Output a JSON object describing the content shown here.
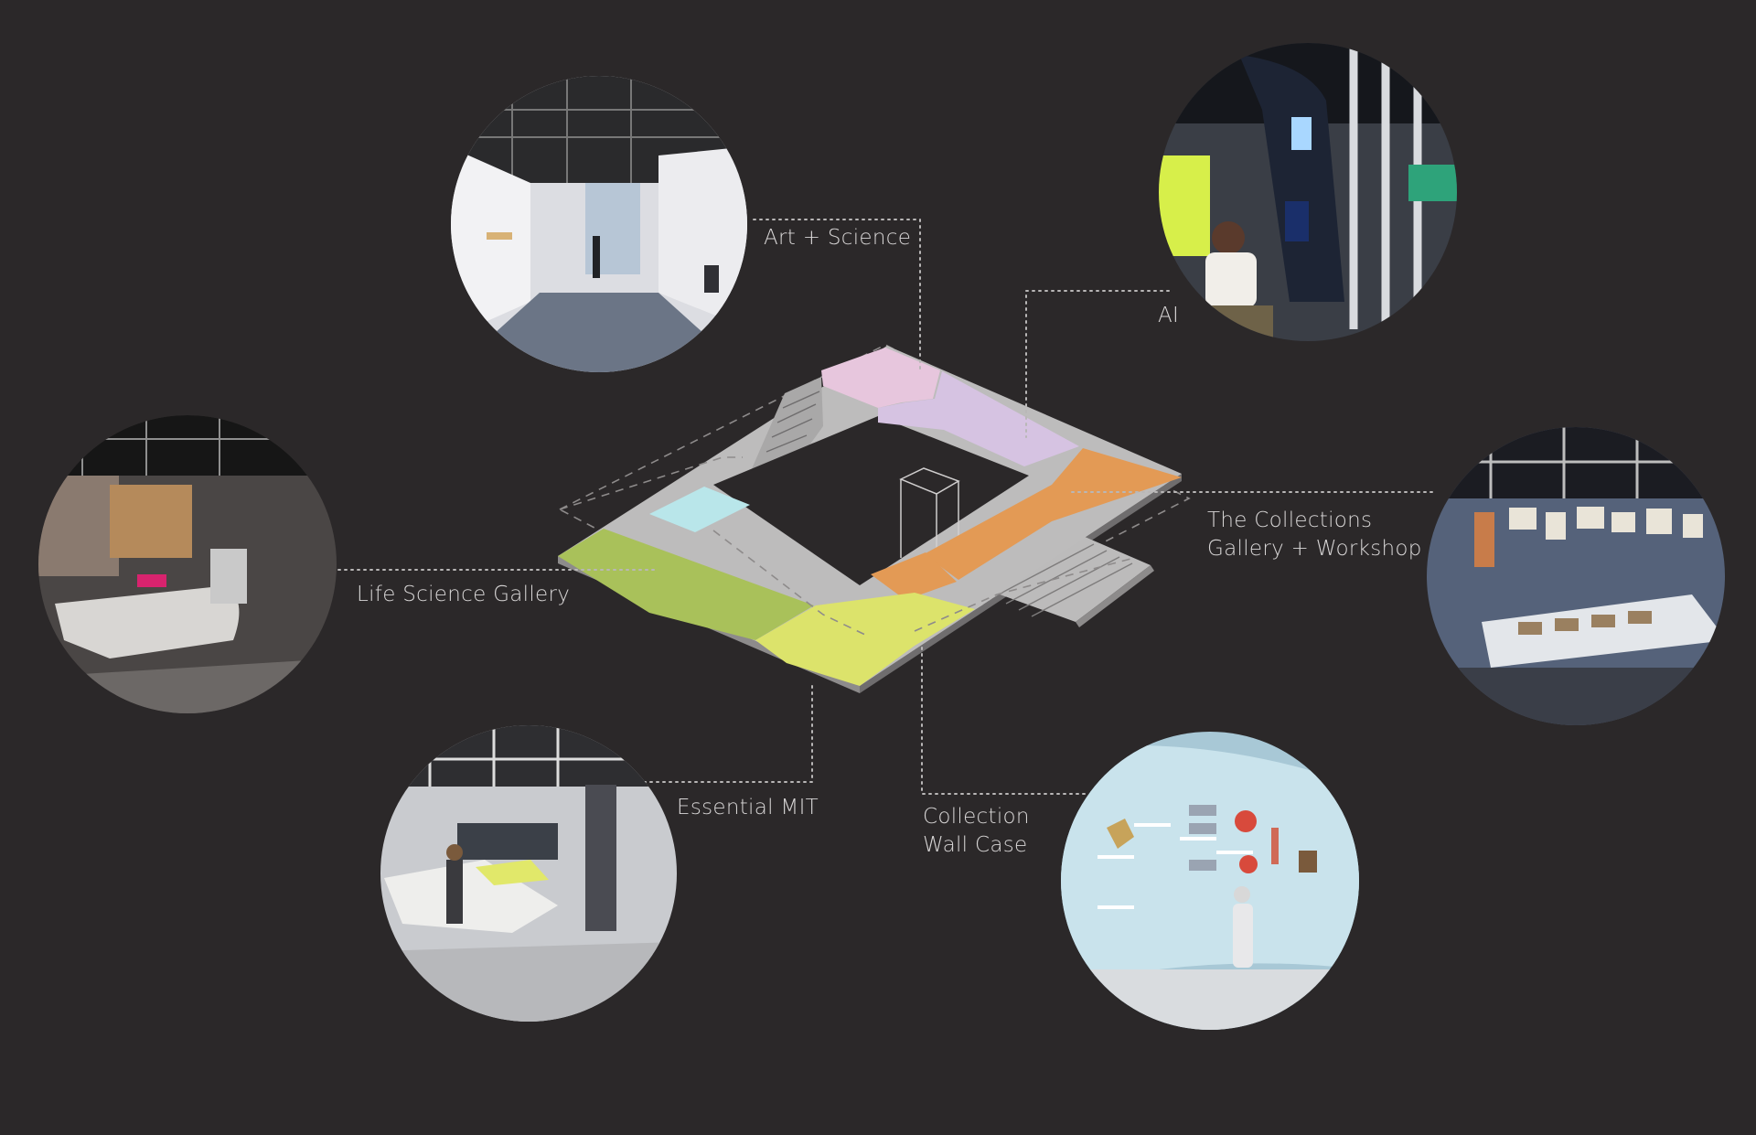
{
  "zones": [
    {
      "id": "art-science",
      "lines": [
        "Art + Science"
      ],
      "color": "#e7c6dd"
    },
    {
      "id": "ai",
      "lines": [
        "AI"
      ],
      "color": "#d6c3e2"
    },
    {
      "id": "life-science",
      "lines": [
        "Life Science Gallery"
      ],
      "color": "#a9c15a"
    },
    {
      "id": "collections",
      "lines": [
        "The Collections",
        "Gallery + Workshop"
      ],
      "color": "#e39a55"
    },
    {
      "id": "essential-mit",
      "lines": [
        "Essential MIT"
      ],
      "color": "#dce36b"
    },
    {
      "id": "wall-case",
      "lines": [
        "Collection",
        "Wall Case"
      ],
      "color": "#b9e6ea"
    }
  ],
  "colors": {
    "background": "#2b2829",
    "floor": "#bdbcbc",
    "leader": "#b9b7b7"
  }
}
